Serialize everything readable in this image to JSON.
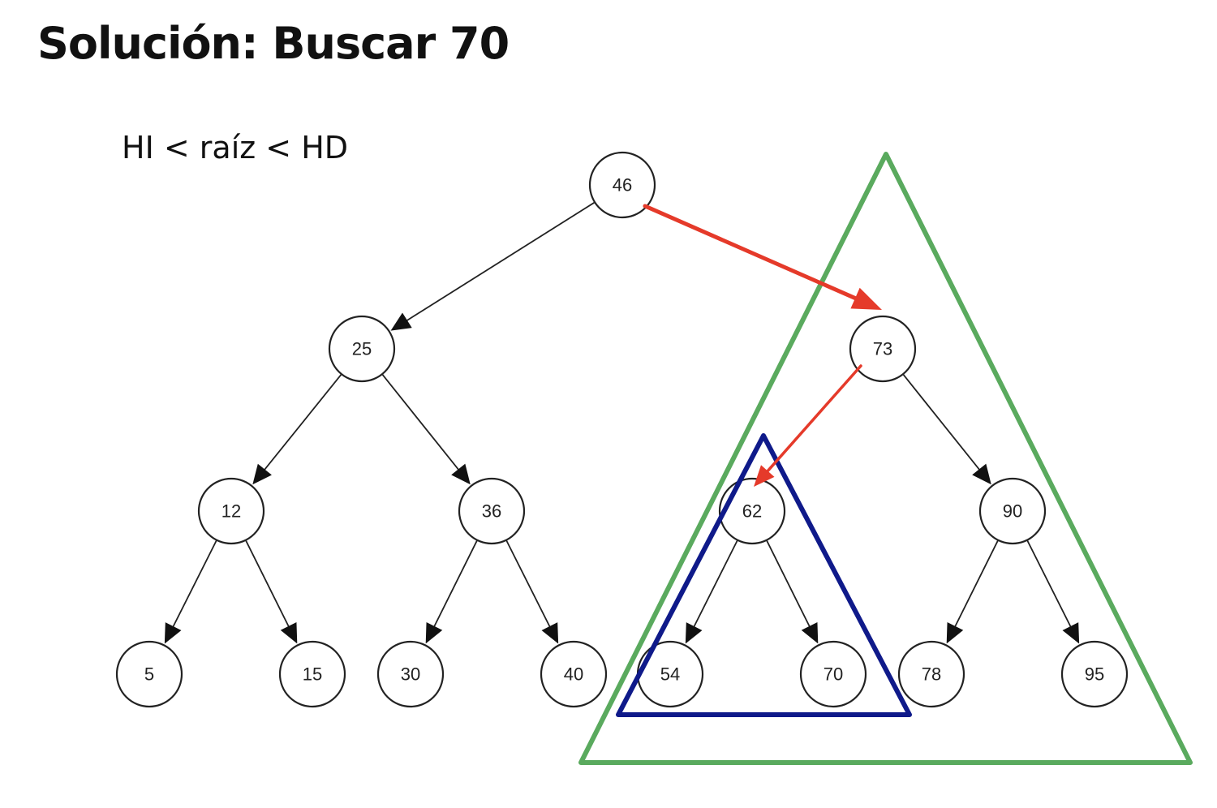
{
  "title": "Solución: Buscar 70",
  "rule": "HI < raíz < HD",
  "colors": {
    "edge": "#222222",
    "search_path": "#e53a2a",
    "outer_subtree": "#5aaa5e",
    "inner_subtree": "#0f1a8a"
  },
  "tree": {
    "nodes": [
      {
        "id": "n46",
        "label": "46"
      },
      {
        "id": "n25",
        "label": "25"
      },
      {
        "id": "n73",
        "label": "73"
      },
      {
        "id": "n12",
        "label": "12"
      },
      {
        "id": "n36",
        "label": "36"
      },
      {
        "id": "n62",
        "label": "62"
      },
      {
        "id": "n90",
        "label": "90"
      },
      {
        "id": "n5",
        "label": "5"
      },
      {
        "id": "n15",
        "label": "15"
      },
      {
        "id": "n30",
        "label": "30"
      },
      {
        "id": "n40",
        "label": "40"
      },
      {
        "id": "n54",
        "label": "54"
      },
      {
        "id": "n70",
        "label": "70"
      },
      {
        "id": "n78",
        "label": "78"
      },
      {
        "id": "n95",
        "label": "95"
      }
    ],
    "edges": [
      [
        "n46",
        "n25"
      ],
      [
        "n25",
        "n12"
      ],
      [
        "n25",
        "n36"
      ],
      [
        "n73",
        "n90"
      ],
      [
        "n12",
        "n5"
      ],
      [
        "n12",
        "n15"
      ],
      [
        "n36",
        "n30"
      ],
      [
        "n36",
        "n40"
      ],
      [
        "n62",
        "n54"
      ],
      [
        "n62",
        "n70"
      ],
      [
        "n90",
        "n78"
      ],
      [
        "n90",
        "n95"
      ]
    ],
    "search_path": [
      [
        "n46",
        "n73"
      ],
      [
        "n73",
        "n62"
      ]
    ],
    "highlighted_subtrees": [
      {
        "name": "outer",
        "color_key": "outer_subtree"
      },
      {
        "name": "inner",
        "color_key": "inner_subtree"
      }
    ]
  }
}
